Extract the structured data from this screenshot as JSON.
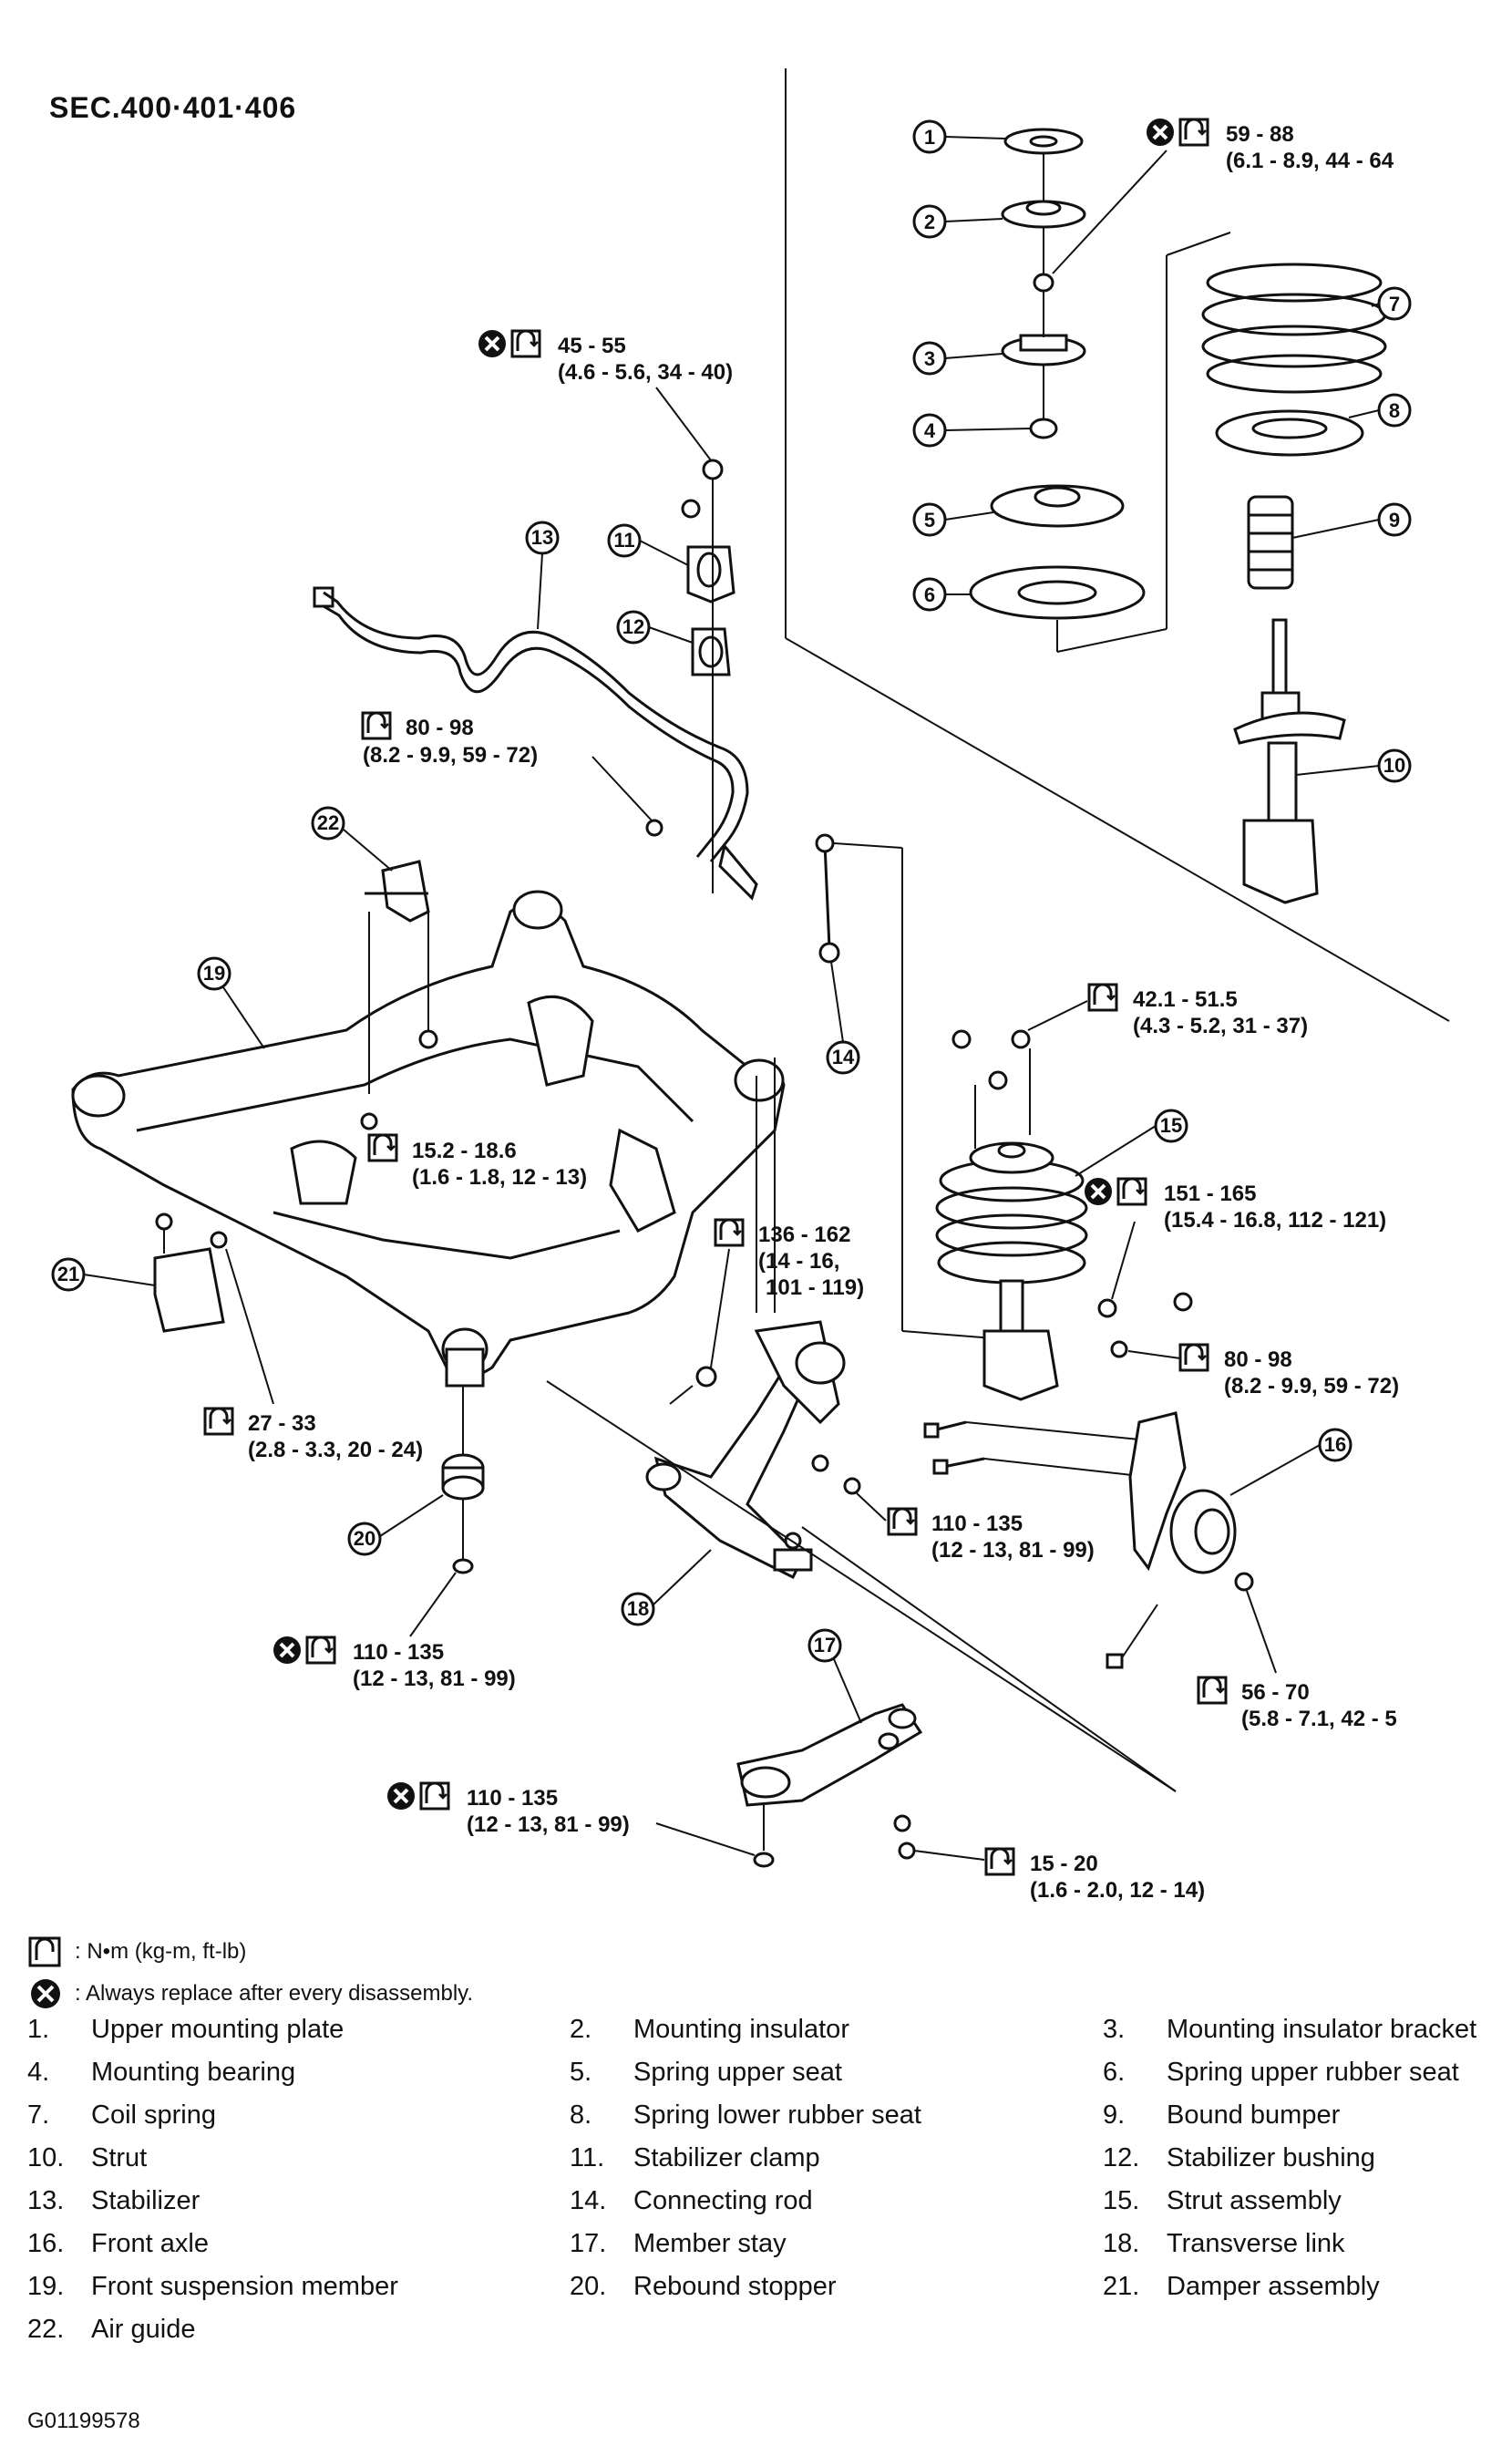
{
  "section": "SEC.400·401·406",
  "callouts": [
    {
      "id": "c1",
      "value": "59 - 88",
      "conv": "(6.1 - 8.9, 44 - 64",
      "replace": true
    },
    {
      "id": "c2",
      "value": "45 - 55",
      "conv": "(4.6 - 5.6, 34 - 40)",
      "replace": true
    },
    {
      "id": "c3",
      "value": "80 - 98",
      "conv": "(8.2 - 9.9, 59 - 72)",
      "replace": false
    },
    {
      "id": "c4",
      "value": "42.1 - 51.5",
      "conv": "(4.3 - 5.2, 31 - 37)",
      "replace": false
    },
    {
      "id": "c5",
      "value": "15.2 - 18.6",
      "conv": "(1.6 - 1.8, 12 - 13)",
      "replace": false
    },
    {
      "id": "c6",
      "value": "151 - 165",
      "conv": "(15.4 - 16.8, 112 - 121)",
      "replace": true
    },
    {
      "id": "c7",
      "value": "136 - 162",
      "conv": "(14 - 16,",
      "conv2": "101 - 119)",
      "replace": false
    },
    {
      "id": "c8",
      "value": "80 - 98",
      "conv": "(8.2 - 9.9, 59 - 72)",
      "replace": false
    },
    {
      "id": "c9",
      "value": "27 - 33",
      "conv": "(2.8 - 3.3, 20 - 24)",
      "replace": false
    },
    {
      "id": "c10",
      "value": "110 - 135",
      "conv": "(12 - 13, 81 - 99)",
      "replace": false
    },
    {
      "id": "c11",
      "value": "110 - 135",
      "conv": "(12 - 13, 81 - 99)",
      "replace": true
    },
    {
      "id": "c12",
      "value": "56 - 70",
      "conv": "(5.8 - 7.1, 42 - 5",
      "replace": false
    },
    {
      "id": "c13",
      "value": "110 - 135",
      "conv": "(12 - 13, 81 - 99)",
      "replace": true
    },
    {
      "id": "c14",
      "value": "15 - 20",
      "conv": "(1.6 - 2.0, 12 - 14)",
      "replace": false
    }
  ],
  "legend": {
    "torque": ": N•m  (kg-m,  ft-lb)",
    "replace": ": Always replace after every disassembly."
  },
  "parts": [
    {
      "n": "1.",
      "name": "Upper mounting plate"
    },
    {
      "n": "2.",
      "name": "Mounting insulator"
    },
    {
      "n": "3.",
      "name": "Mounting insulator bracket"
    },
    {
      "n": "4.",
      "name": "Mounting bearing"
    },
    {
      "n": "5.",
      "name": "Spring upper seat"
    },
    {
      "n": "6.",
      "name": "Spring upper rubber seat"
    },
    {
      "n": "7.",
      "name": "Coil spring"
    },
    {
      "n": "8.",
      "name": "Spring lower rubber seat"
    },
    {
      "n": "9.",
      "name": "Bound bumper"
    },
    {
      "n": "10.",
      "name": "Strut"
    },
    {
      "n": "11.",
      "name": "Stabilizer clamp"
    },
    {
      "n": "12.",
      "name": "Stabilizer bushing"
    },
    {
      "n": "13.",
      "name": "Stabilizer"
    },
    {
      "n": "14.",
      "name": "Connecting rod"
    },
    {
      "n": "15.",
      "name": "Strut assembly"
    },
    {
      "n": "16.",
      "name": "Front axle"
    },
    {
      "n": "17.",
      "name": "Member stay"
    },
    {
      "n": "18.",
      "name": "Transverse link"
    },
    {
      "n": "19.",
      "name": "Front suspension member"
    },
    {
      "n": "20.",
      "name": "Rebound stopper"
    },
    {
      "n": "21.",
      "name": "Damper assembly"
    },
    {
      "n": "22.",
      "name": "Air guide"
    }
  ],
  "figure_code": "G01199578"
}
